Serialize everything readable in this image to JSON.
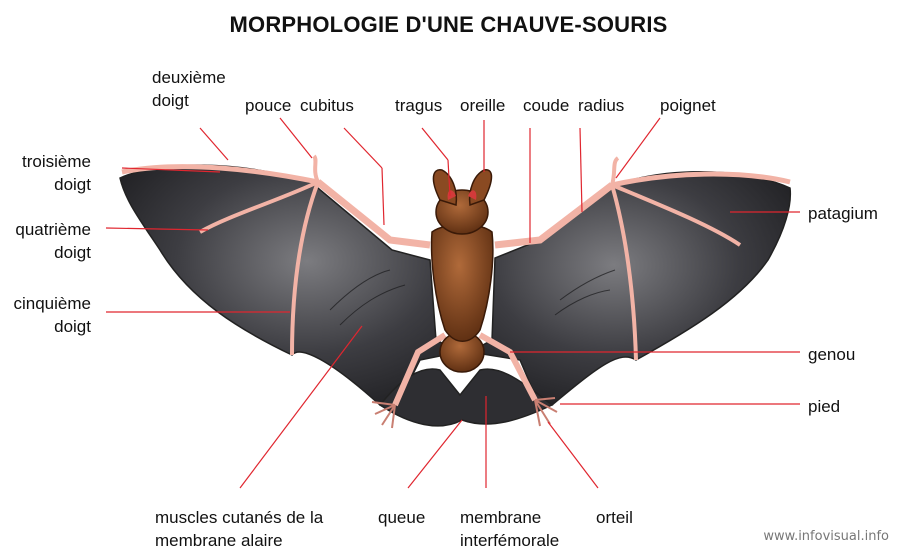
{
  "title": "MORPHOLOGIE D'UNE CHAUVE-SOURIS",
  "labels": {
    "deuxieme_doigt": [
      "deuxième",
      "doigt"
    ],
    "pouce": "pouce",
    "cubitus": "cubitus",
    "tragus": "tragus",
    "oreille": "oreille",
    "coude": "coude",
    "radius": "radius",
    "poignet": "poignet",
    "troisieme_doigt": [
      "troisième",
      "doigt"
    ],
    "quatrieme_doigt": [
      "quatrième",
      "doigt"
    ],
    "cinquieme_doigt": [
      "cinquième",
      "doigt"
    ],
    "patagium": "patagium",
    "genou": "genou",
    "pied": "pied",
    "muscles": [
      "muscles cutanés de la",
      "membrane alaire"
    ],
    "queue": "queue",
    "membrane_interfemorale": [
      "membrane",
      "interfémorale"
    ],
    "orteil": "orteil"
  },
  "credit": "www.infovisual.info",
  "colors": {
    "wing_membrane": "#3a3a3e",
    "wing_highlight": "#8a8a8e",
    "bone": "#f2b3a6",
    "bone_stroke": "#c97f72",
    "body": "#8a4a22",
    "body_dark": "#5c2e12",
    "leader_line": "#e0262f"
  }
}
